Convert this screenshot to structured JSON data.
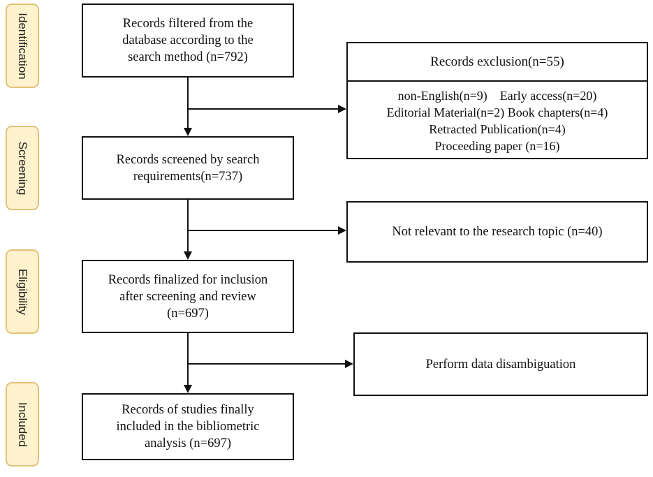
{
  "stages": [
    {
      "label": "Identification"
    },
    {
      "label": "Screening"
    },
    {
      "label": "Eligibility"
    },
    {
      "label": "Included"
    }
  ],
  "main_boxes": [
    {
      "text": "Records filtered from the\ndatabase according to the\nsearch method (n=792)"
    },
    {
      "text": "Records screened by search\nrequirements(n=737)"
    },
    {
      "text": "Records finalized for inclusion\nafter screening and review\n(n=697)"
    },
    {
      "text": "Records of studies finally\nincluded in the bibliometric\nanalysis (n=697)"
    }
  ],
  "exclusion": {
    "title": "Records exclusion(n=55)",
    "lines": [
      "non-English(n=9)    Early access(n=20)",
      "Editorial Material(n=2) Book chapters(n=4)",
      "Retracted Publication(n=4)",
      "Proceeding paper (n=16)"
    ]
  },
  "side_boxes": [
    {
      "text": "Not relevant to the research topic (n=40)"
    },
    {
      "text": "Perform data disambiguation"
    }
  ]
}
